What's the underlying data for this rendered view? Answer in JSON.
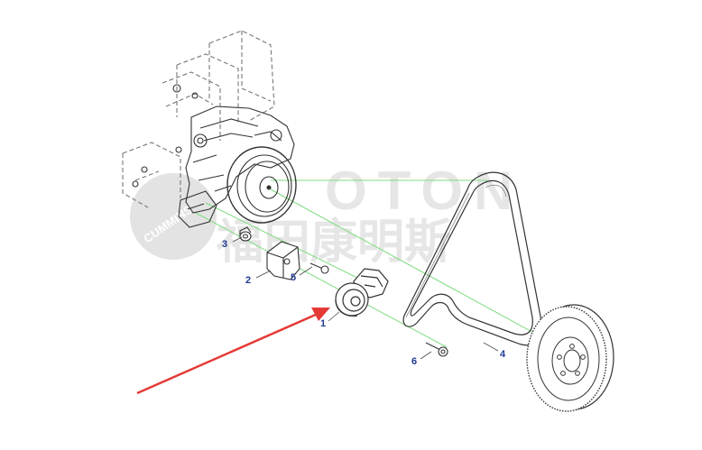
{
  "watermark": {
    "brand_latin": "OTON",
    "brand_cn": "福田康明斯",
    "logo_text": "CUMMINS",
    "color": "#dcdcdc"
  },
  "callouts": [
    {
      "id": "1",
      "label": "1"
    },
    {
      "id": "2",
      "label": "2"
    },
    {
      "id": "3",
      "label": "3"
    },
    {
      "id": "4",
      "label": "4"
    },
    {
      "id": "5",
      "label": "5"
    },
    {
      "id": "6",
      "label": "6"
    }
  ],
  "colors": {
    "callout_text": "#1f3a93",
    "callout_line": "#4a4a4a",
    "axis_line": "#7fdc7f",
    "arrow": "#e53935",
    "drawing": "#333333",
    "hidden_line": "#777777"
  }
}
